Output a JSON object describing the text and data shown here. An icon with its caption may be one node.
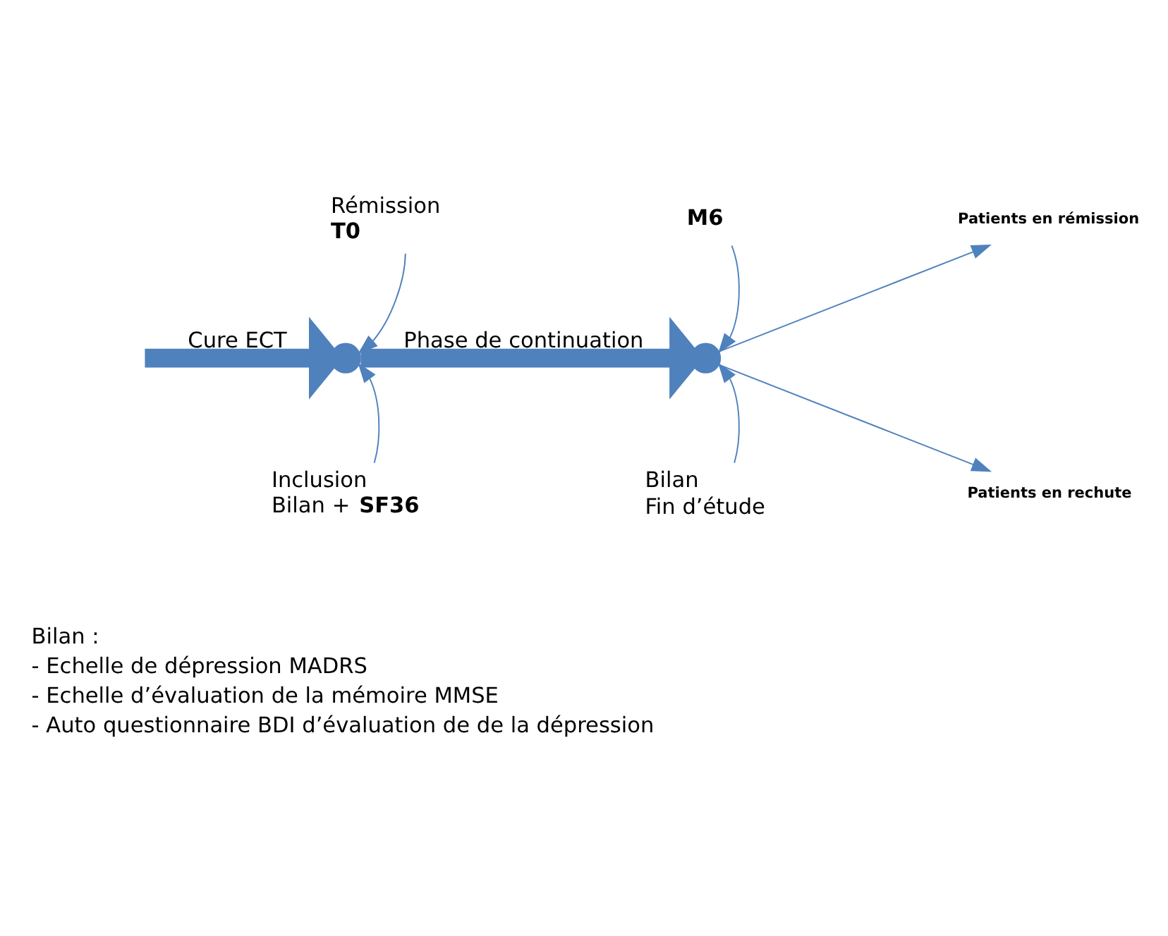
{
  "diagram": {
    "nodes": [
      {
        "text": [
          "Rémission",
          "T0"
        ]
      },
      {
        "text": [],
        "shape": "point"
      },
      {
        "text": [
          "Inclusion",
          "Bilan + **SF36**"
        ]
      },
      {
        "text": [
          "M6"
        ]
      },
      {
        "text": [],
        "shape": "point"
      },
      {
        "text": [
          "Bilan",
          "Fin d’étude"
        ]
      },
      {
        "text": [
          "Patients en rémission"
        ]
      },
      {
        "text": [
          "Patients en rechute"
        ]
      }
    ],
    "edges": [
      {
        "from": null,
        "to": 1,
        "arrow": "to",
        "style": "thick",
        "color": "#4f81bd",
        "label": "Cure ECT"
      },
      {
        "from": 0,
        "to": 1,
        "arrow": "to"
      },
      {
        "from": 2,
        "to": 1,
        "arrow": "to"
      },
      {
        "from": 1,
        "to": 4,
        "arrow": "to",
        "style": "thick",
        "color": "#4f81bd",
        "label": "Phase de continuation"
      },
      {
        "from": 3,
        "to": 4,
        "arrow": "to"
      },
      {
        "from": 5,
        "to": 4,
        "arrow": "to"
      },
      {
        "from": 4,
        "to": 6,
        "arrow": "to"
      },
      {
        "from": 4,
        "to": 7,
        "arrow": "to"
      }
    ],
    "labels": [
      "Bilan :",
      "- Echelle de dépression MADRS",
      "- Echelle d’évaluation de la mémoire MMSE",
      "- Auto questionnaire BDI d’évaluation de de la dépression"
    ]
  }
}
